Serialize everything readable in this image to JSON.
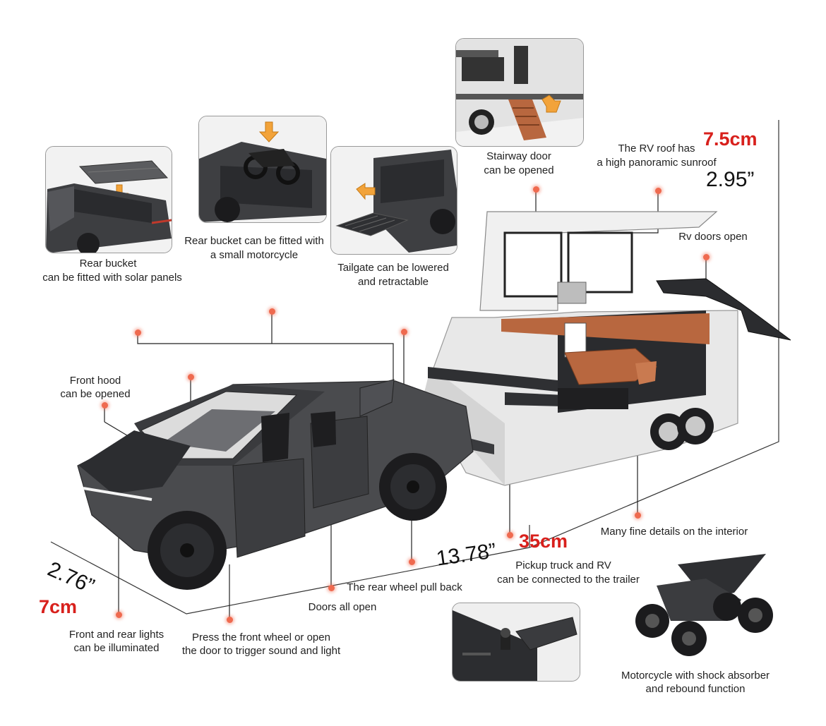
{
  "colors": {
    "callout_dot": "#ef6a4f",
    "metric_dimension": "#d8201c",
    "truck_body": "#4a4b4e",
    "trailer_body": "#e6e6e6",
    "interior": "#b8673f"
  },
  "thumbnails": {
    "solar": {
      "caption_1": "Rear bucket",
      "caption_2": "can be fitted with solar panels"
    },
    "motorcycle_bed": {
      "caption_1": "Rear bucket can be fitted with",
      "caption_2": "a small motorcycle"
    },
    "tailgate": {
      "caption_1": "Tailgate can be lowered",
      "caption_2": "and retractable"
    },
    "stairway": {
      "caption_1": "Stairway door",
      "caption_2": "can be opened"
    },
    "underside": {},
    "atv": {
      "caption_1": "Motorcycle with shock absorber",
      "caption_2": "and rebound function"
    }
  },
  "callouts": {
    "sunroof": {
      "line_1": "The RV roof has",
      "line_2": "a high panoramic sunroof"
    },
    "rv_doors": "Rv doors open",
    "front_hood": {
      "line_1": "Front hood",
      "line_2": "can be opened"
    },
    "interior": "Many fine details on the interior",
    "pickup_trailer": {
      "line_1": "Pickup truck and RV",
      "line_2": "can be connected to the trailer"
    },
    "rear_wheel": "The rear wheel pull back",
    "doors": "Doors all open",
    "lights": {
      "line_1": "Front and rear lights",
      "line_2": "can be illuminated"
    },
    "sound": {
      "line_1": "Press the front wheel or open",
      "line_2": "the door to trigger sound and light"
    }
  },
  "dimensions": {
    "height_metric": "7.5cm",
    "height_imperial": "2.95”",
    "length_metric": "35cm",
    "length_imperial": "13.78”",
    "width_metric": "7cm",
    "width_imperial": "2.76”"
  }
}
